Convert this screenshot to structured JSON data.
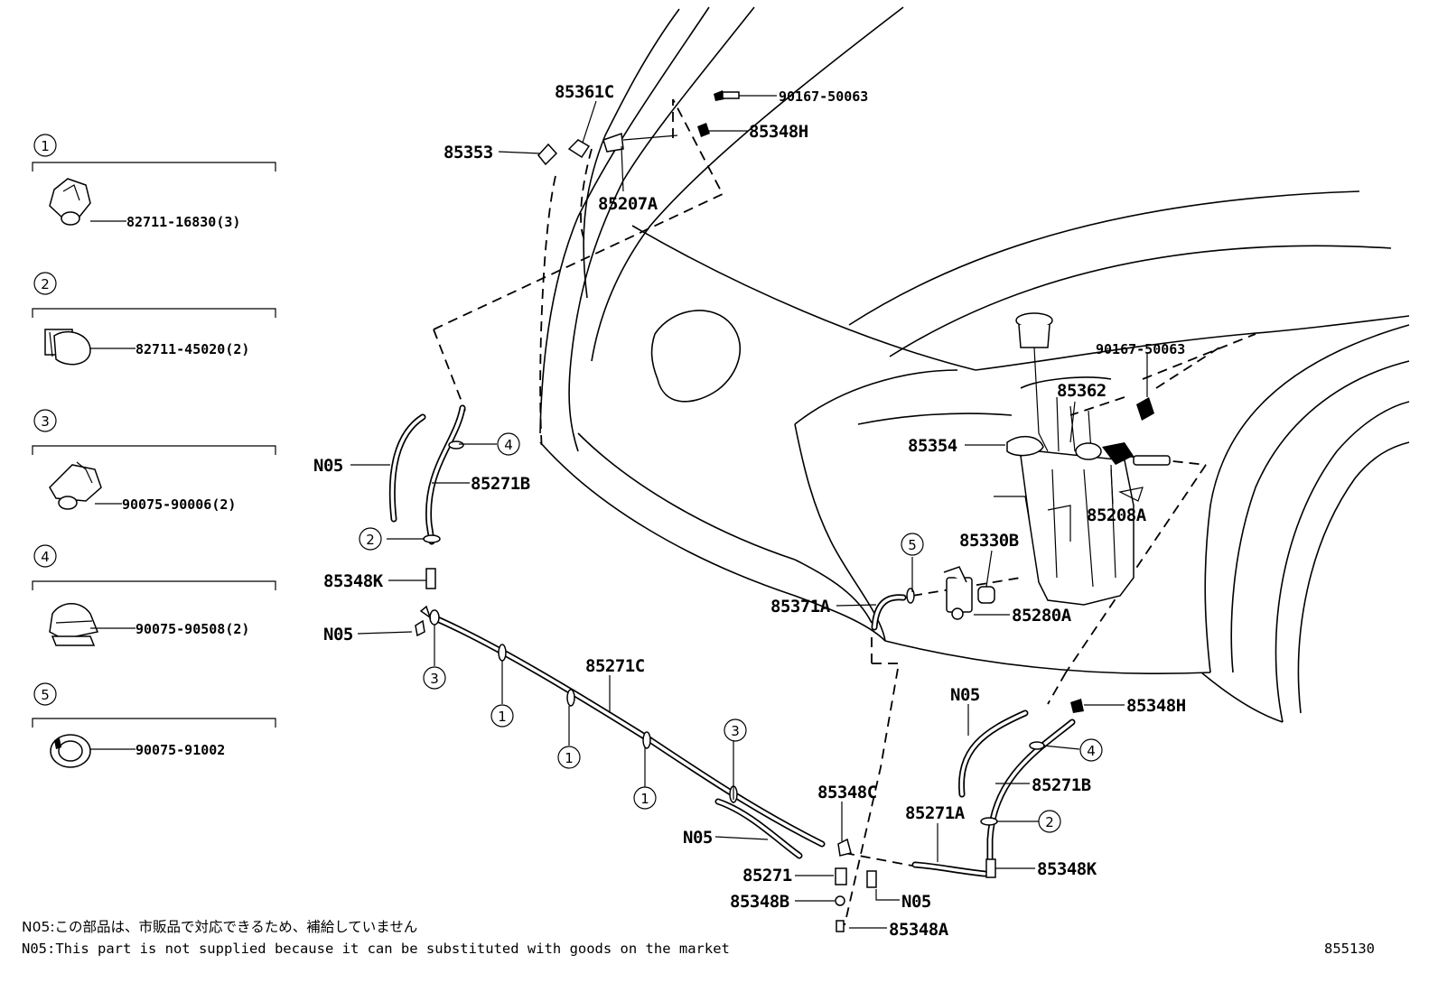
{
  "legend": [
    {
      "num": "1",
      "part": "82711-16830(3)",
      "icon": "wire-clamp-icon"
    },
    {
      "num": "2",
      "part": "82711-45020(2)",
      "icon": "hose-clip-icon"
    },
    {
      "num": "3",
      "part": "90075-90006(2)",
      "icon": "clip-icon"
    },
    {
      "num": "4",
      "part": "90075-90508(2)",
      "icon": "hose-band-icon"
    },
    {
      "num": "5",
      "part": "90075-91002",
      "icon": "ring-clamp-icon"
    }
  ],
  "labels": {
    "p85361C": "85361C",
    "p90167_top": "90167-50063",
    "p85348H_top": "85348H",
    "p85353": "85353",
    "p85207A": "85207A",
    "p90167_right": "90167-50063",
    "p85362": "85362",
    "p85354": "85354",
    "p85208A": "85208A",
    "p85330B": "85330B",
    "p85371A": "85371A",
    "p85280A": "85280A",
    "n05_left": "N05",
    "p85271B_left": "85271B",
    "p85348K_left": "85348K",
    "n05_left2": "N05",
    "p85271C": "85271C",
    "n05_mid": "N05",
    "p85348C": "85348C",
    "p85271": "85271",
    "p85348B": "85348B",
    "p85348A": "85348A",
    "n05_bottom": "N05",
    "p85271A": "85271A",
    "n05_right": "N05",
    "p85348H_right": "85348H",
    "p85271B_right": "85271B",
    "p85348K_right": "85348K"
  },
  "callouts": {
    "c4_left": "4",
    "c2_left": "2",
    "c3_left": "3",
    "c1_a": "1",
    "c1_b": "1",
    "c1_c": "1",
    "c3_mid": "3",
    "c5": "5",
    "c4_right": "4",
    "c2_right": "2"
  },
  "notes": {
    "jp": "N05:この部品は、市販品で対応できるため、補給していません",
    "en": "N05:This part is not supplied because it can be substituted with goods on the market"
  },
  "diagram_id": "855130"
}
